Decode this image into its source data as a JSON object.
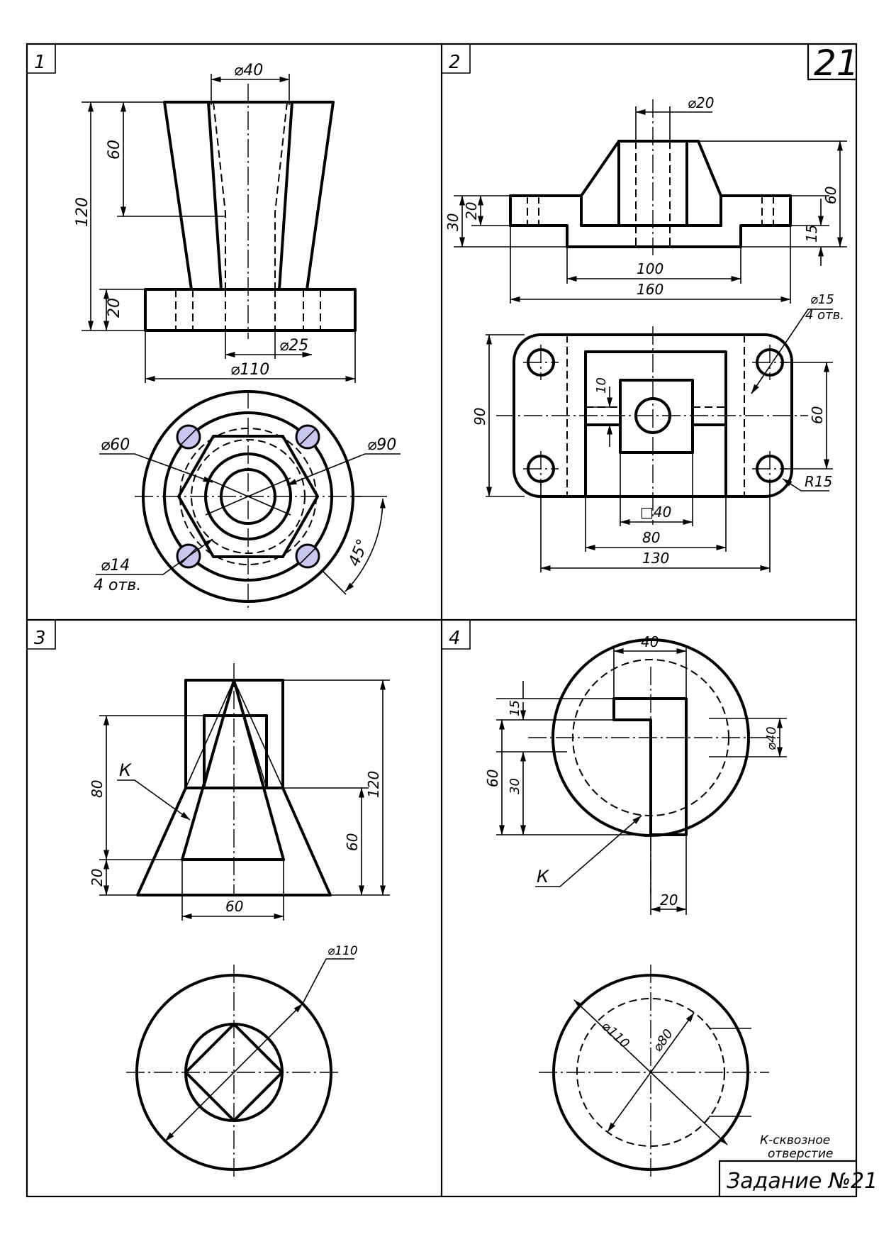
{
  "sheet": {
    "variant_number": "21",
    "task_label": "Задание №21",
    "note_line1": "К-сквозное",
    "note_line2": "отверстие"
  },
  "panels": [
    {
      "number": "1",
      "dims": {
        "d40": "⌀40",
        "h60": "60",
        "h120": "120",
        "h20": "20",
        "d25": "⌀25",
        "d110": "⌀110",
        "d60": "⌀60",
        "d90": "⌀90",
        "d14": "⌀14",
        "holes": "4 отв.",
        "ang45": "45°"
      }
    },
    {
      "number": "2",
      "dims": {
        "d20": "⌀20",
        "h30": "30",
        "h20": "20",
        "h60": "60",
        "h15": "15",
        "w100": "100",
        "w160": "160",
        "d15": "⌀15",
        "holes": "4 отв.",
        "h90": "90",
        "h10": "10",
        "h60b": "60",
        "r15": "R15",
        "sq40": "□40",
        "w80": "80",
        "w130": "130"
      }
    },
    {
      "number": "3",
      "dims": {
        "h80": "80",
        "k": "К",
        "h120": "120",
        "h60": "60",
        "h20": "20",
        "w60": "60",
        "d110": "⌀110"
      }
    },
    {
      "number": "4",
      "dims": {
        "w40": "40",
        "h15": "15",
        "h60": "60",
        "h30": "30",
        "d40": "⌀40",
        "k": "К",
        "w20": "20",
        "d110": "⌀110",
        "d80": "⌀80"
      }
    }
  ],
  "colors": {
    "line": "#000000",
    "hole_fill": "#c9c6f0",
    "paper": "#ffffff"
  }
}
